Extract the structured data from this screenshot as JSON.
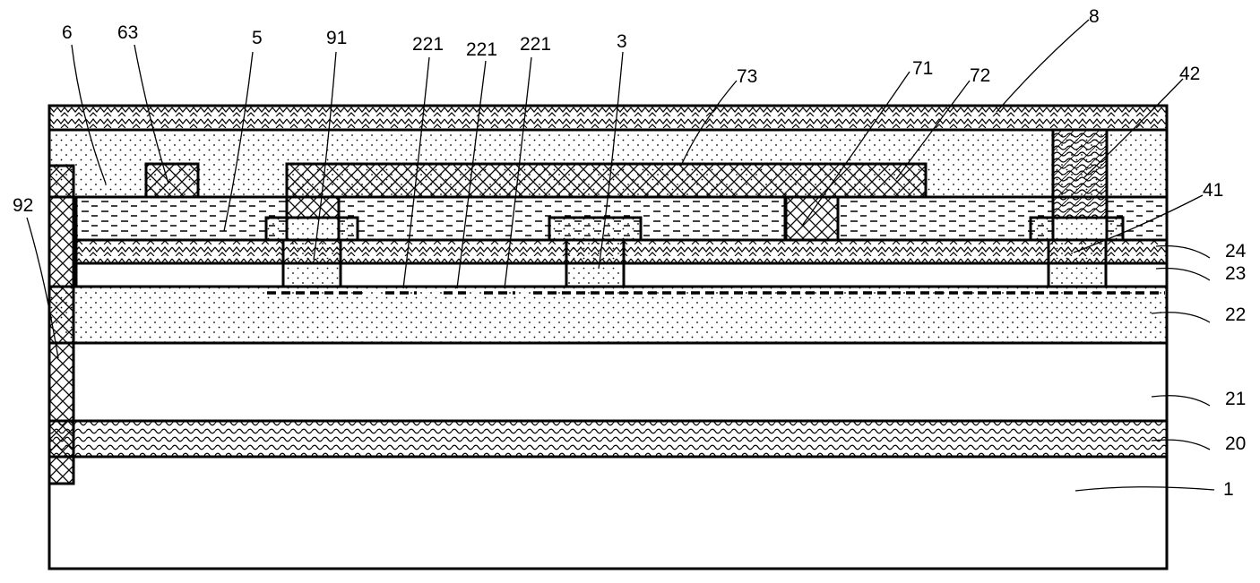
{
  "labels": {
    "l6": "6",
    "l63": "63",
    "l5": "5",
    "l91": "91",
    "l221a": "221",
    "l221b": "221",
    "l221c": "221",
    "l3": "3",
    "l73": "73",
    "l71": "71",
    "l72": "72",
    "l8": "8",
    "l42": "42",
    "l41": "41",
    "l92": "92",
    "l24": "24",
    "l23": "23",
    "l22": "22",
    "l21": "21",
    "l20": "20",
    "l1": "1"
  }
}
